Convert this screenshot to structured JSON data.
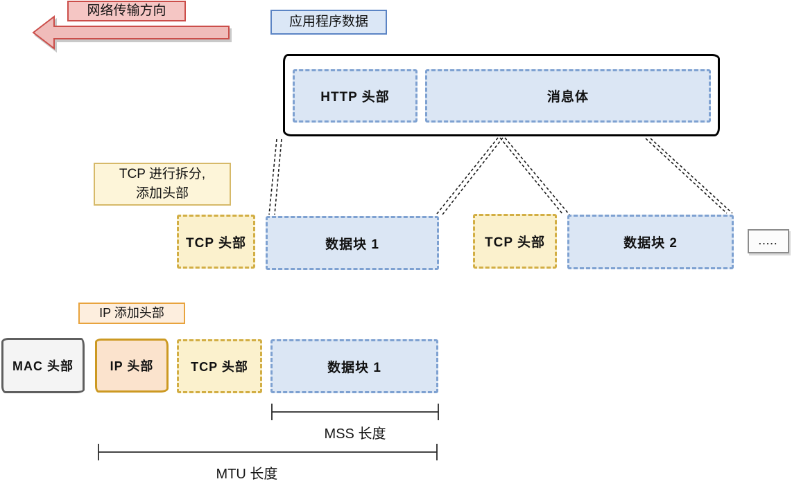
{
  "labels": {
    "direction": "网络传输方向",
    "app_data": "应用程序数据",
    "tcp_split_line1": "TCP 进行拆分,",
    "tcp_split_line2": "添加头部",
    "ip_add": "IP 添加头部",
    "ellipsis": ".....",
    "mss": "MSS 长度",
    "mtu": "MTU 长度"
  },
  "app_box": {
    "http_header": "HTTP 头部",
    "message_body": "消息体"
  },
  "tcp_row": {
    "segment1": {
      "header": "TCP 头部",
      "data": "数据块 1"
    },
    "segment2": {
      "header": "TCP 头部",
      "data": "数据块 2"
    }
  },
  "ip_row": {
    "mac_header": "MAC 头部",
    "ip_header": "IP 头部",
    "tcp_header": "TCP 头部",
    "data": "数据块 1"
  },
  "colors": {
    "pink_fill": "#f5c6c4",
    "pink_border": "#cb4e4a",
    "arrow_fill": "#f0bcba",
    "blue_label_fill": "#dbe7f6",
    "blue_label_border": "#5b84c4",
    "blue_box_fill": "#dbe6f4",
    "blue_box_border": "#7ea1d1",
    "yellow_fill": "#fbf1cd",
    "yellow_border": "#d2ae44",
    "tcp_label_fill": "#fdf5d9",
    "tcp_label_border": "#d6b969",
    "ip_label_fill": "#fdeede",
    "ip_label_border": "#e8a33d",
    "ip_box_fill": "#fbe3cd",
    "ip_box_border": "#cc9922",
    "mac_fill": "#f4f4f4",
    "mac_border": "#5f5f5f"
  }
}
